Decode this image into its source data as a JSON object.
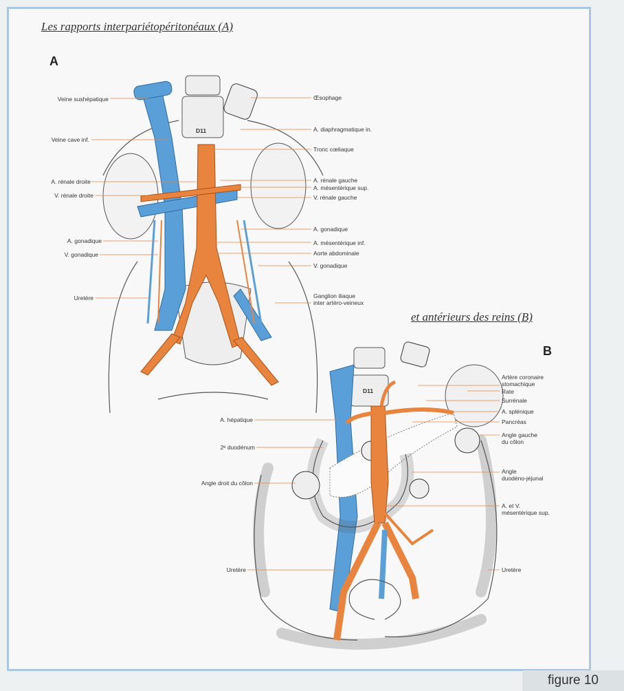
{
  "title_a": "Les rapports interpariétopéritonéaux (A)",
  "title_b": "et antérieurs des reins (B)",
  "letter_a": "A",
  "letter_b": "B",
  "vertebra_label": "D11",
  "figure_label": "figure 10",
  "labels_a_left": [
    "Veine sushépatique",
    "Veine cave inf.",
    "A. rénale droite",
    "V. rénale droite",
    "A. gonadique",
    "V. gonadique",
    "Uretère"
  ],
  "labels_a_right": [
    "Œsophage",
    "A. diaphragmatique in.",
    "Tronc cœliaque",
    "A. rénale gauche",
    "A. mésentérique sup.",
    "V. rénale gauche",
    "A. gonadique",
    "A. mésentérique inf.",
    "Aorte abdominale",
    "V. gonadique",
    "Ganglion iliaque\ninter artéro-veineux"
  ],
  "labels_b_left": [
    "A. hépatique",
    "2ᵉ duodénum",
    "Angle droit du côlon",
    "Uretère"
  ],
  "labels_b_right": [
    "Artère coronaire\nstomachique",
    "Rate",
    "Surrénale",
    "A. splénique",
    "Pancréas",
    "Angle gauche\ndu côlon",
    "Angle\nduodéno-jéjunal",
    "A. et V.\nmésentérique sup.",
    "Uretère"
  ],
  "colors": {
    "vein": "#5b9fd8",
    "artery": "#e8843e",
    "frame": "#a9c6e3",
    "leader": "#e8843e"
  }
}
